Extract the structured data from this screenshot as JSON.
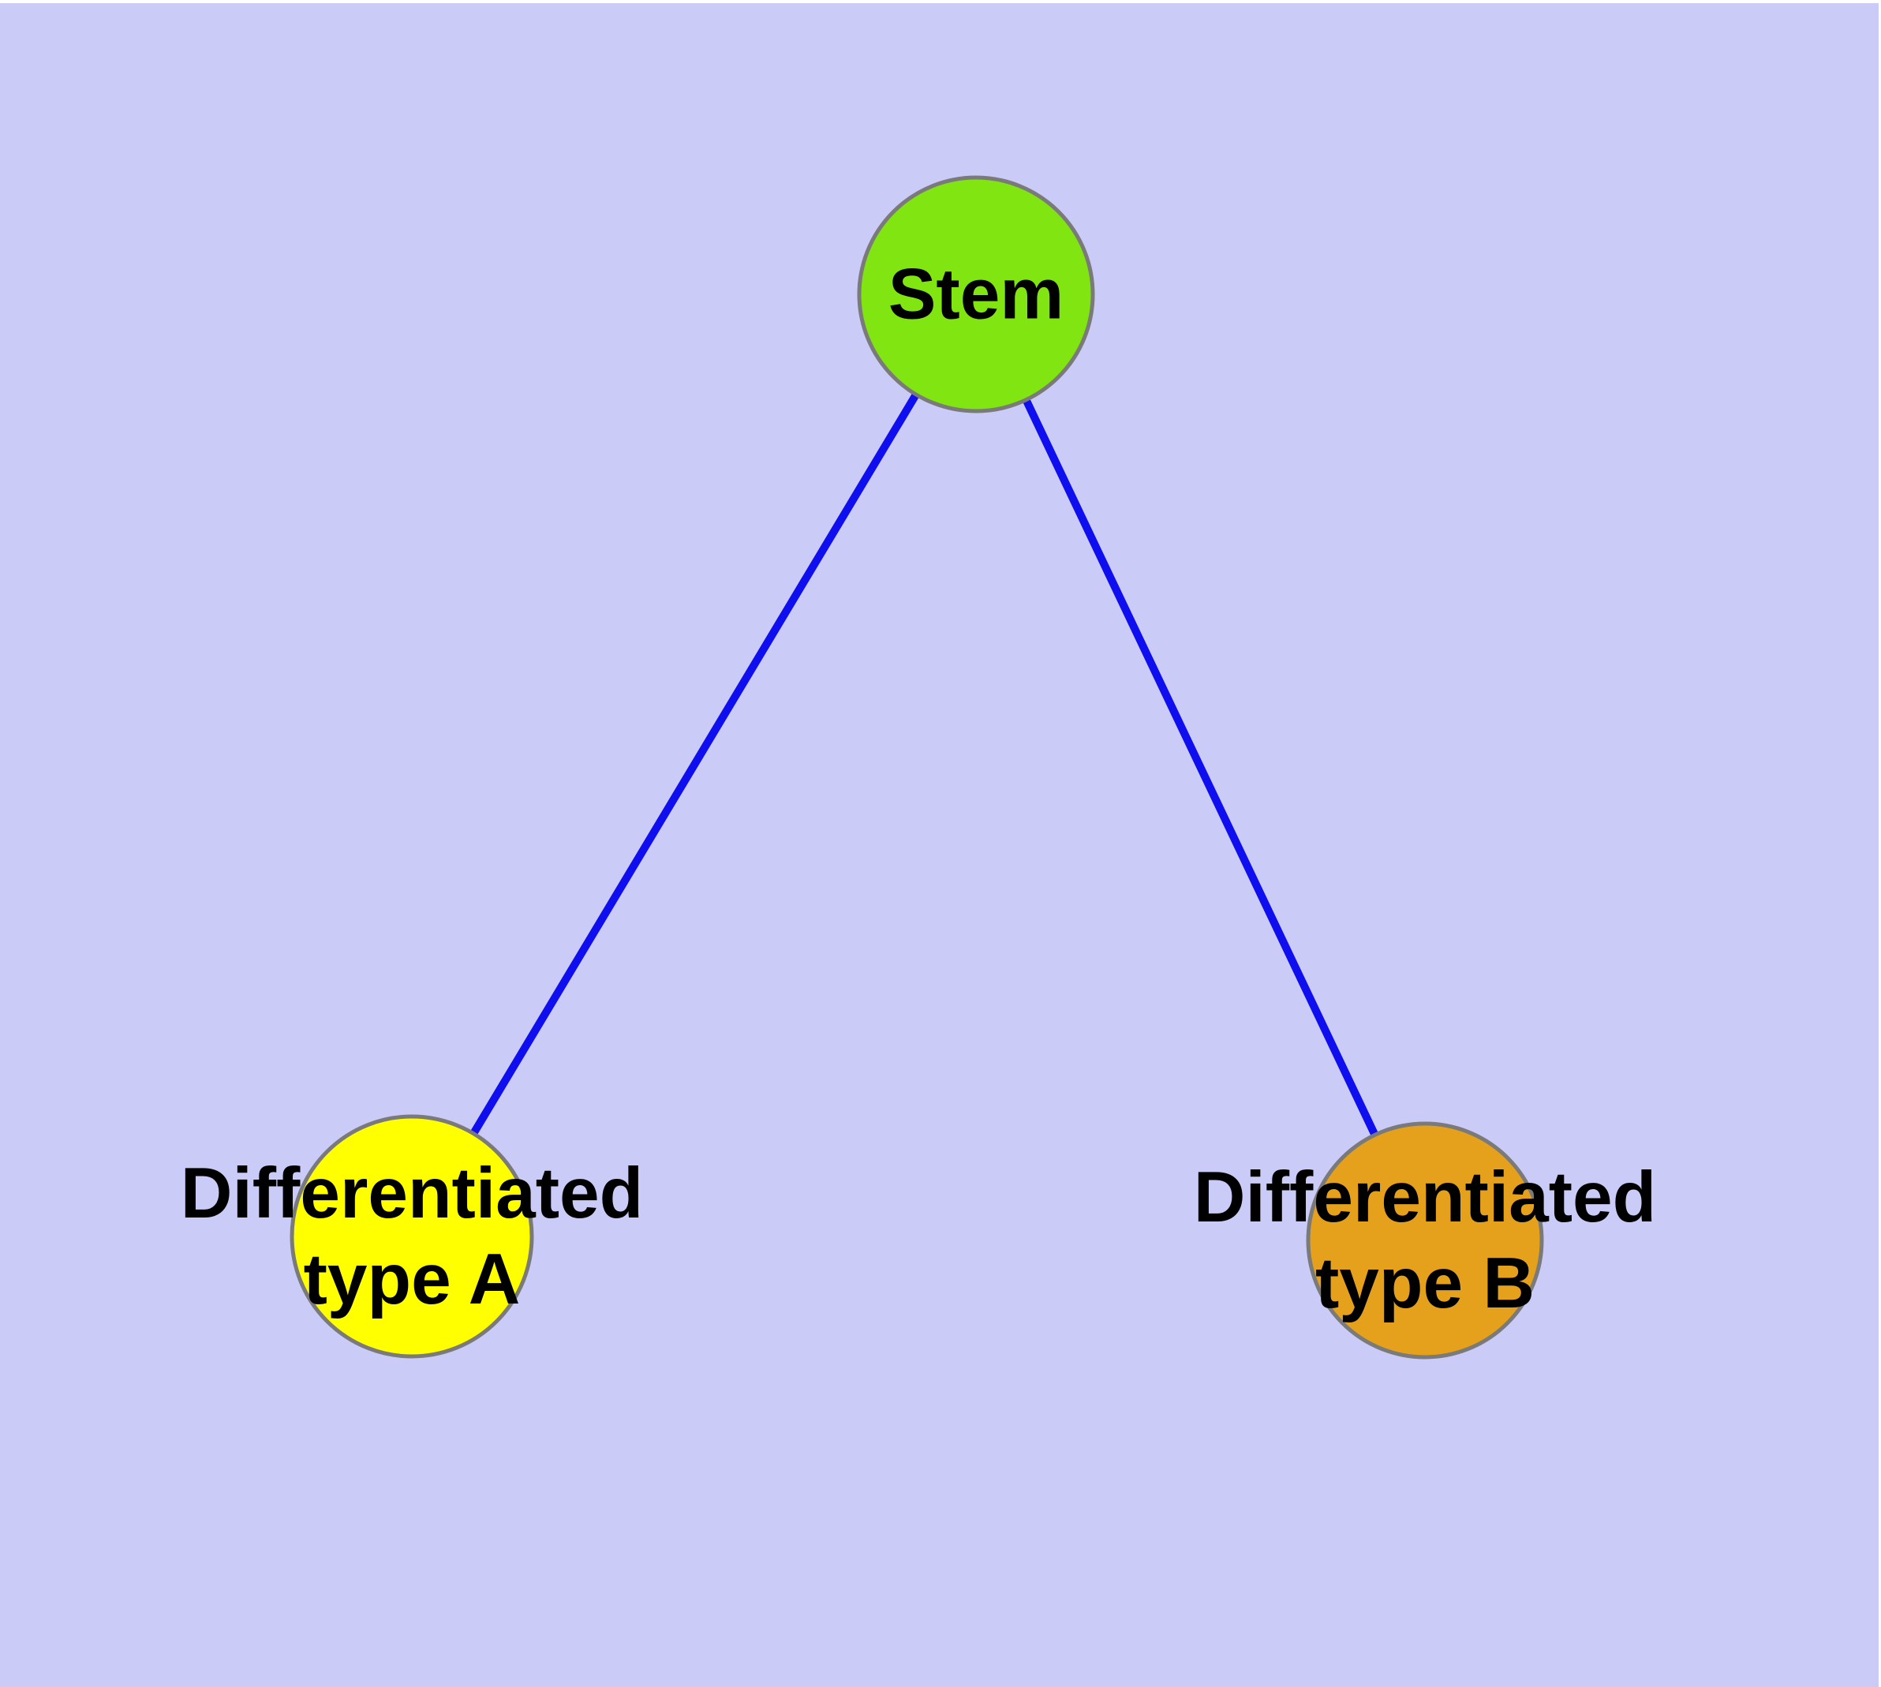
{
  "canvas": {
    "background": "#CBCBF8",
    "frame_color": "#FFFFFF",
    "label_color": "#000000"
  },
  "diagram": {
    "nodes": [
      {
        "id": "stem",
        "lines": [
          "Stem"
        ],
        "fill": "#80E510",
        "stroke": "#7A7A7A",
        "stroke_width": 5
      },
      {
        "id": "differentiated-type-a",
        "lines": [
          "Differentiated",
          "type A"
        ],
        "fill": "#FFFF00",
        "stroke": "#7A7A7A",
        "stroke_width": 5
      },
      {
        "id": "differentiated-type-b",
        "lines": [
          "Differentiated",
          "type B"
        ],
        "fill": "#E6A11C",
        "stroke": "#7A7A7A",
        "stroke_width": 5
      }
    ],
    "edges": [
      {
        "from": "stem",
        "to": "differentiated-type-a",
        "color": "#0E0EEE",
        "width": 10
      },
      {
        "from": "stem",
        "to": "differentiated-type-b",
        "color": "#0E0EEE",
        "width": 10
      }
    ]
  }
}
